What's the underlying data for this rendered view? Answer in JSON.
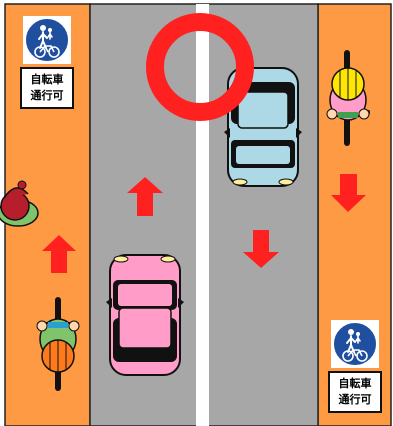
{
  "colors": {
    "sidewalk": "#ff9a44",
    "road": "#a7a7a7",
    "centerline": "#ffffff",
    "arrow": "#ff2020",
    "ok_ring": "#ff2020",
    "sign_blue": "#1f4f9e"
  },
  "signs": [
    {
      "icon": "pedestrian-bicycle-sign-icon",
      "line1": "自転車",
      "line2": "通行可"
    },
    {
      "icon": "pedestrian-bicycle-sign-icon",
      "line1": "自転車",
      "line2": "通行可"
    }
  ],
  "vehicles": [
    {
      "type": "car",
      "color": "#add8e6",
      "direction": "down"
    },
    {
      "type": "car",
      "color": "#ff9cc8",
      "direction": "up"
    },
    {
      "type": "bicycle",
      "rider_helmet": "#ffe600",
      "direction": "down"
    },
    {
      "type": "bicycle",
      "rider_helmet": "#ff7a1a",
      "direction": "up"
    }
  ],
  "marks": [
    {
      "type": "circle",
      "meaning": "ok-mark"
    }
  ]
}
